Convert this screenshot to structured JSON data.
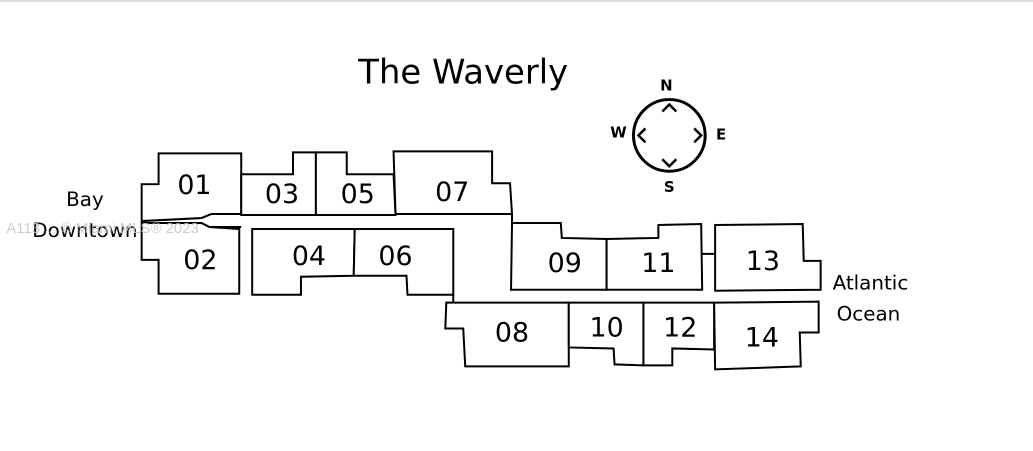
{
  "title": "The Waverly",
  "labels": {
    "west_top": "Bay",
    "west_bottom": "Downtown",
    "east_top": "Atlantic",
    "east_bottom": "Ocean"
  },
  "compass": {
    "north": "N",
    "south": "S",
    "east": "E",
    "west": "W"
  },
  "units": [
    {
      "id": "01",
      "label": "01"
    },
    {
      "id": "02",
      "label": "02"
    },
    {
      "id": "03",
      "label": "03"
    },
    {
      "id": "04",
      "label": "04"
    },
    {
      "id": "05",
      "label": "05"
    },
    {
      "id": "06",
      "label": "06"
    },
    {
      "id": "07",
      "label": "07"
    },
    {
      "id": "08",
      "label": "08"
    },
    {
      "id": "09",
      "label": "09"
    },
    {
      "id": "10",
      "label": "10"
    },
    {
      "id": "11",
      "label": "11"
    },
    {
      "id": "12",
      "label": "12"
    },
    {
      "id": "13",
      "label": "13"
    },
    {
      "id": "14",
      "label": "14"
    }
  ],
  "watermark": "A113 ... © Miami MLS® 2023"
}
